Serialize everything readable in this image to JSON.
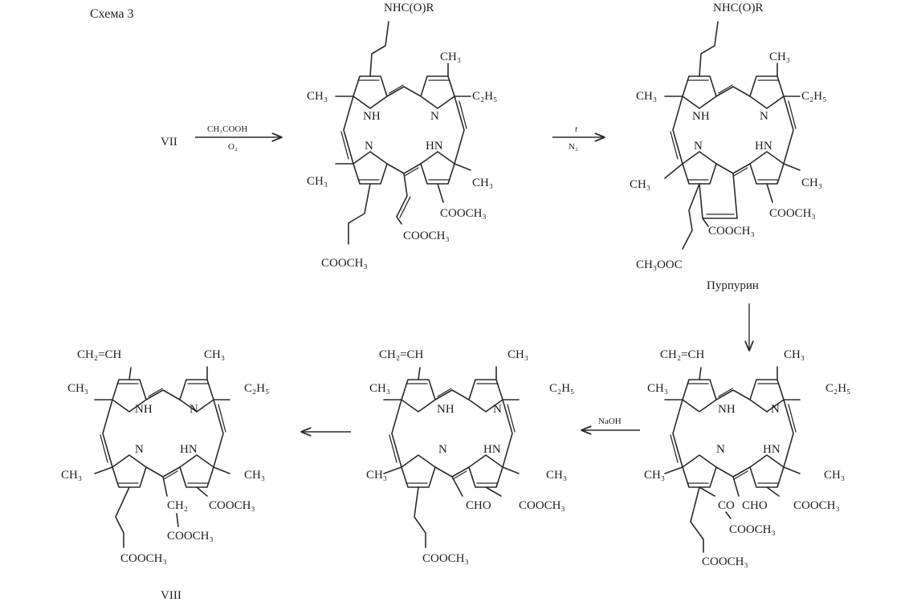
{
  "scheme": {
    "title": "Схема 3",
    "start_label": "VII",
    "final_label": "VIII",
    "purpurin_label": "Пурпурин"
  },
  "reactions": {
    "step1_reagent_top": "CH₃COOH",
    "step1_reagent_bottom": "O₂",
    "step2_reagent_top": "t",
    "step2_reagent_bottom": "N₂",
    "step4_reagent": "NaOH"
  },
  "molecules": {
    "m1": {
      "top_chain": "NHC(O)R",
      "sub_ch3_a": "CH₃",
      "sub_ch3_b": "CH₃",
      "sub_ch3_c": "CH₃",
      "sub_ch3_d": "CH₃",
      "sub_c2h5": "C₂H₅",
      "nh1": "NH",
      "n1": "N",
      "n2": "N",
      "hn1": "HN",
      "ester_ring": "COOCH₃",
      "ester_vinyl": "COOCH₃",
      "ester_chain": "COOCH₃"
    },
    "m2": {
      "top_chain": "NHC(O)R",
      "sub_ch3_a": "CH₃",
      "sub_ch3_b": "CH₃",
      "sub_ch3_c": "CH₃",
      "sub_ch3_d": "CH₃",
      "sub_c2h5": "C₂H₅",
      "nh1": "NH",
      "n1": "N",
      "n2": "N",
      "hn1": "HN",
      "ester_ring": "COOCH₃",
      "ester_cp": "COOCH₃",
      "ester_chain": "CH₃OOC"
    },
    "m3": {
      "vinyl": "CH₂=CH",
      "sub_ch3_a": "CH₃",
      "sub_ch3_b": "CH₃",
      "sub_ch3_c": "CH₃",
      "sub_ch3_d": "CH₃",
      "sub_c2h5": "C₂H₅",
      "nh1": "NH",
      "n1": "N",
      "n2": "N",
      "hn1": "HN",
      "co": "CO",
      "cho": "CHO",
      "ester_ring": "COOCH₃",
      "ester_co": "COOCH₃",
      "ester_chain": "COOCH₃"
    },
    "m4": {
      "vinyl": "CH₂=CH",
      "sub_ch3_a": "CH₃",
      "sub_ch3_b": "CH₃",
      "sub_ch3_c": "CH₃",
      "sub_ch3_d": "CH₃",
      "sub_c2h5": "C₂H₅",
      "nh1": "NH",
      "n1": "N",
      "n2": "N",
      "hn1": "HN",
      "cho": "CHO",
      "ester_ring": "COOCH₃",
      "ester_chain": "COOCH₃"
    },
    "m5": {
      "vinyl": "CH₂=CH",
      "sub_ch3_a": "CH₃",
      "sub_ch3_b": "CH₃",
      "sub_ch3_c": "CH₃",
      "sub_ch3_d": "CH₃",
      "sub_c2h5": "C₂H₅",
      "nh1": "NH",
      "n1": "N",
      "n2": "N",
      "hn1": "HN",
      "ch2": "CH₂",
      "ester_ring": "COOCH₃",
      "ester_ch2": "COOCH₃",
      "ester_chain": "COOCH₃"
    }
  }
}
